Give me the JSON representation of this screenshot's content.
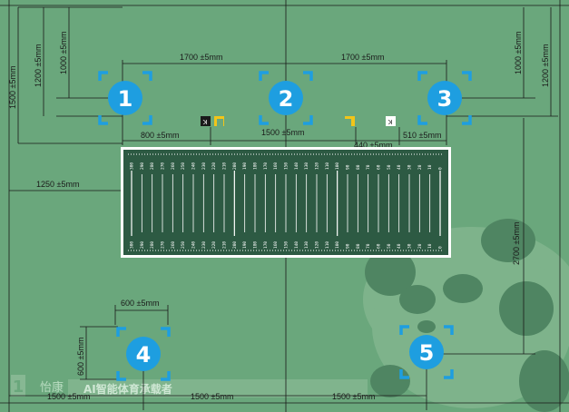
{
  "colors": {
    "background": "#6aa77c",
    "board": "#2d5a43",
    "badge": "#1e9ee0",
    "bracket": "#1e9ee0",
    "marker_yellow": "#f2c519",
    "dim_line": "#1a1a1a"
  },
  "positions": [
    {
      "label": "1"
    },
    {
      "label": "2"
    },
    {
      "label": "3"
    },
    {
      "label": "4"
    },
    {
      "label": "5"
    }
  ],
  "dimensions": {
    "top_left_vertical": "1500 ±5mm",
    "left_1200": "1200 ±5mm",
    "left_1000": "1000 ±5mm",
    "top_1700_left": "1700 ±5mm",
    "top_1700_right": "1700 ±5mm",
    "right_1000": "1000 ±5mm",
    "right_1200": "1200 ±5mm",
    "mid_800": "800 ±5mm",
    "mid_1500": "1500 ±5mm",
    "mid_440": "440 ±5mm",
    "mid_510": "510 ±5mm",
    "left_1250": "1250 ±5mm",
    "right_2700": "2700 ±5mm",
    "pos4_600_h": "600 ±5mm",
    "pos4_600_v": "600 ±5mm",
    "bottom_1500_a": "1500 ±5mm",
    "bottom_1500_b": "1500 ±5mm",
    "bottom_1500_c": "1500 ±5mm"
  },
  "brand": {
    "logo_text": "怡康",
    "slogan": "AI智能体育承载者"
  },
  "board": {
    "top_ticks": [
      "300",
      "290",
      "280",
      "270",
      "260",
      "250",
      "240",
      "230",
      "220",
      "210",
      "200",
      "190",
      "180",
      "170",
      "160",
      "150",
      "140",
      "130",
      "120",
      "110",
      "100",
      "90",
      "80",
      "70",
      "60",
      "50",
      "40",
      "30",
      "20",
      "10",
      "0"
    ],
    "bottom_ticks": [
      "300",
      "290",
      "280",
      "270",
      "260",
      "250",
      "240",
      "230",
      "220",
      "210",
      "200",
      "190",
      "180",
      "170",
      "160",
      "150",
      "140",
      "130",
      "120",
      "110",
      "100",
      "90",
      "80",
      "70",
      "60",
      "50",
      "40",
      "30",
      "20",
      "10",
      "0"
    ]
  },
  "icons": {
    "board": "measuring-mat",
    "panda": "panda-mascot"
  }
}
